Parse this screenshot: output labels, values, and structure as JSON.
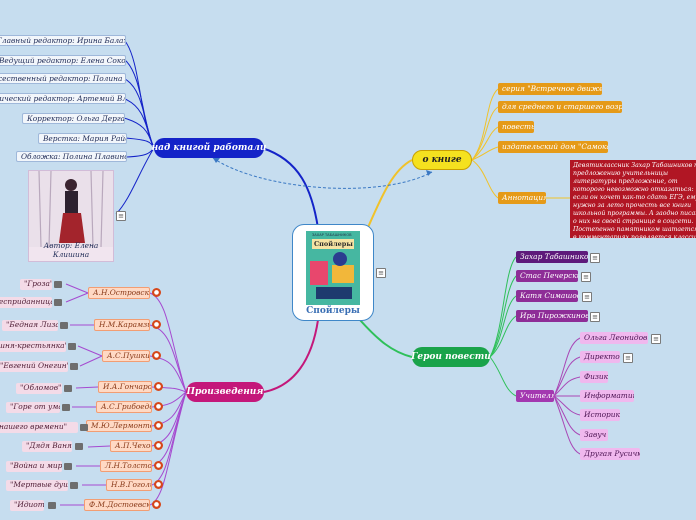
{
  "center": {
    "title": "Спойлеры",
    "cover_title": "Спойлеры",
    "cover_author": "ЗАХАР ТАБАШНИКОВ"
  },
  "team": {
    "label": "над книгой работали",
    "items": [
      "Главный редактор: Ирина Балахонова",
      "Ведущий редактор: Елена Соковенина",
      "Художественный редактор: Полина Плавинская",
      "Технический редактор: Артемий Владимиров",
      "Корректор: Ольга Дергачева",
      "Верстка: Мария Райдер",
      "Обложка: Полина Плавинская"
    ],
    "author_caption": "Автор: Елена Клишина"
  },
  "about": {
    "label": "о книге",
    "items": [
      "серия \"Встречное движение\"",
      "для среднего и старшего возраста",
      "повесть",
      "издательский дом \"Самокат\""
    ],
    "annotation_label": "Аннотация",
    "annotation_text": "Девятиклассник Захар Табашников по предложению учительницы литературы предложение, от которого невозможно отказаться: если он хочет как-то сдать ЕГЭ, ему нужно за лето прочесть все книги школьной программы. А заодно писать о них на своей странице в соцсети. Постепенно памятником шатается – в комментариях появляется классика на то и классика, чтобы выдерживать испытание временем."
  },
  "heroes": {
    "label": "Герои повести",
    "items": [
      "Захар Табашников",
      "Стас Печерский",
      "Катя Симашова",
      "Ира Пирожкинова"
    ],
    "teachers_label": "Учителя",
    "teachers": [
      "Ольга Леонидовна",
      "Директор",
      "Физик",
      "Информатик",
      "Историк",
      "Завуч",
      "Другая Русичка"
    ]
  },
  "works": {
    "label": "Произведения",
    "groups": [
      {
        "author": "А.Н.Островский",
        "titles": [
          "\"Гроза\"",
          "\"Бесприданница\""
        ]
      },
      {
        "author": "Н.М.Карамзин",
        "titles": [
          "\"Бедная Лиза\""
        ]
      },
      {
        "author": "А.С.Пушкин",
        "titles": [
          "\"Барышня-крестьянка\"",
          "\"Евгений Онегин\""
        ]
      },
      {
        "author": "И.А.Гончаров",
        "titles": [
          "\"Обломов\""
        ]
      },
      {
        "author": "А.С.Грибоедов",
        "titles": [
          "\"Горе от ума\""
        ]
      },
      {
        "author": "М.Ю.Лермонтов",
        "titles": [
          "\"Герой нашего времени\""
        ]
      },
      {
        "author": "А.П.Чехов",
        "titles": [
          "\"Дядя Ваня\""
        ]
      },
      {
        "author": "Л.Н.Толстой",
        "titles": [
          "\"Война и мир\""
        ]
      },
      {
        "author": "Н.В.Гоголь",
        "titles": [
          "\"Мертвые души\""
        ]
      },
      {
        "author": "Ф.М.Достоевский",
        "titles": [
          "\"Идиот\""
        ]
      }
    ]
  },
  "colors": {
    "team": "#1423c8",
    "about": "#f5e11f",
    "heroes": "#1aa34a",
    "works": "#c4177a",
    "annotation": "#b11624"
  }
}
